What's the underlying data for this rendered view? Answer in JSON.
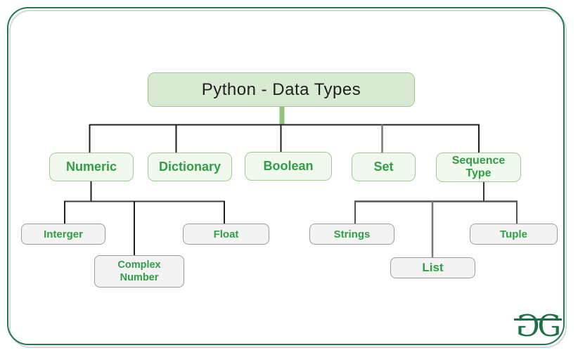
{
  "diagram": {
    "title": "Python - Data Types",
    "branches": [
      {
        "label": "Numeric",
        "children": [
          {
            "label": "Interger"
          },
          {
            "label": "Complex Number"
          },
          {
            "label": "Float"
          }
        ]
      },
      {
        "label": "Dictionary",
        "children": []
      },
      {
        "label": "Boolean",
        "children": []
      },
      {
        "label": "Set",
        "children": []
      },
      {
        "label": "Sequence Type",
        "children": [
          {
            "label": "Strings"
          },
          {
            "label": "List"
          },
          {
            "label": "Tuple"
          }
        ]
      }
    ],
    "colors": {
      "frame_green": "#1e7b4f",
      "frame_shadow_gray": "#d8d8d8",
      "root_fill": "#d9ead3",
      "branch_fill": "#f1f8ee",
      "branch_border": "#a0cb96",
      "leaf_fill": "#f3f3f3",
      "leaf_border": "#9c9c9c",
      "label_green": "#2f9e44",
      "stem_green": "#93c47d",
      "connector_black": "#1f1f1f",
      "connector_gray": "#777777"
    }
  },
  "logo": {
    "letter_mirrored": "G",
    "letter": "G"
  }
}
